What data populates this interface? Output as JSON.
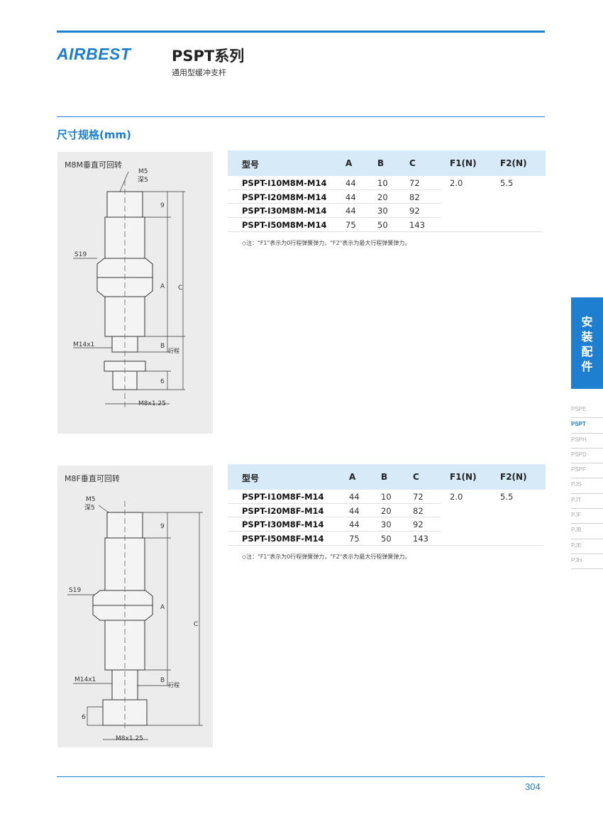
{
  "header": {
    "brand": "AIRBEST",
    "series_title": "PSPT系列",
    "series_subtitle": "通用型缓冲支杆"
  },
  "section": {
    "title": "尺寸规格(mm)"
  },
  "drawings": [
    {
      "caption": "M8M垂直可回转",
      "labels": {
        "top_thread": "M5",
        "depth": "深5",
        "nut": "S19",
        "body_thread": "M14x1",
        "bottom_thread": "M8x1.25",
        "dim_9": "9",
        "dim_a": "A",
        "dim_c": "C",
        "dim_b": "B",
        "stroke": "行程",
        "dim_6": "6"
      }
    },
    {
      "caption": "M8F垂直可回转",
      "labels": {
        "top_thread": "M5",
        "depth": "深5",
        "nut": "S19",
        "body_thread": "M14x1",
        "bottom_thread": "M8x1.25",
        "dim_9": "9",
        "dim_a": "A",
        "dim_c": "C",
        "dim_b": "B",
        "stroke": "行程",
        "dim_6": "6"
      }
    }
  ],
  "tables": [
    {
      "headers": [
        "型号",
        "A",
        "B",
        "C",
        "F1(N)",
        "F2(N)"
      ],
      "rows": [
        [
          "PSPT-I10M8M-M14",
          "44",
          "10",
          "72",
          "2.0",
          "5.5"
        ],
        [
          "PSPT-I20M8M-M14",
          "44",
          "20",
          "82",
          "",
          ""
        ],
        [
          "PSPT-I30M8M-M14",
          "44",
          "30",
          "92",
          "",
          ""
        ],
        [
          "PSPT-I50M8M-M14",
          "75",
          "50",
          "143",
          "",
          ""
        ]
      ],
      "note": "◇注：\"F1\"表示为0行程弹簧弹力，\"F2\"表示为最大行程弹簧弹力。"
    },
    {
      "headers": [
        "型号",
        "A",
        "B",
        "C",
        "F1(N)",
        "F2(N)"
      ],
      "rows": [
        [
          "PSPT-I10M8F-M14",
          "44",
          "10",
          "72",
          "2.0",
          "5.5"
        ],
        [
          "PSPT-I20M8F-M14",
          "44",
          "20",
          "82",
          "",
          ""
        ],
        [
          "PSPT-I30M8F-M14",
          "44",
          "30",
          "92",
          "",
          ""
        ],
        [
          "PSPT-I50M8F-M14",
          "75",
          "50",
          "143",
          "",
          ""
        ]
      ],
      "note": "◇注：\"F1\"表示为0行程弹簧弹力，\"F2\"表示为最大行程弹簧弹力。"
    }
  ],
  "side_tab": [
    "安",
    "装",
    "配",
    "件"
  ],
  "side_nav": {
    "items": [
      "PSPE",
      "PSPT",
      "PSPH",
      "PSPD",
      "PSPF",
      "PJS",
      "PJT",
      "PJF",
      "PJB",
      "PJE",
      "PJH"
    ],
    "active": "PSPT"
  },
  "footer": {
    "page_number": "304"
  }
}
